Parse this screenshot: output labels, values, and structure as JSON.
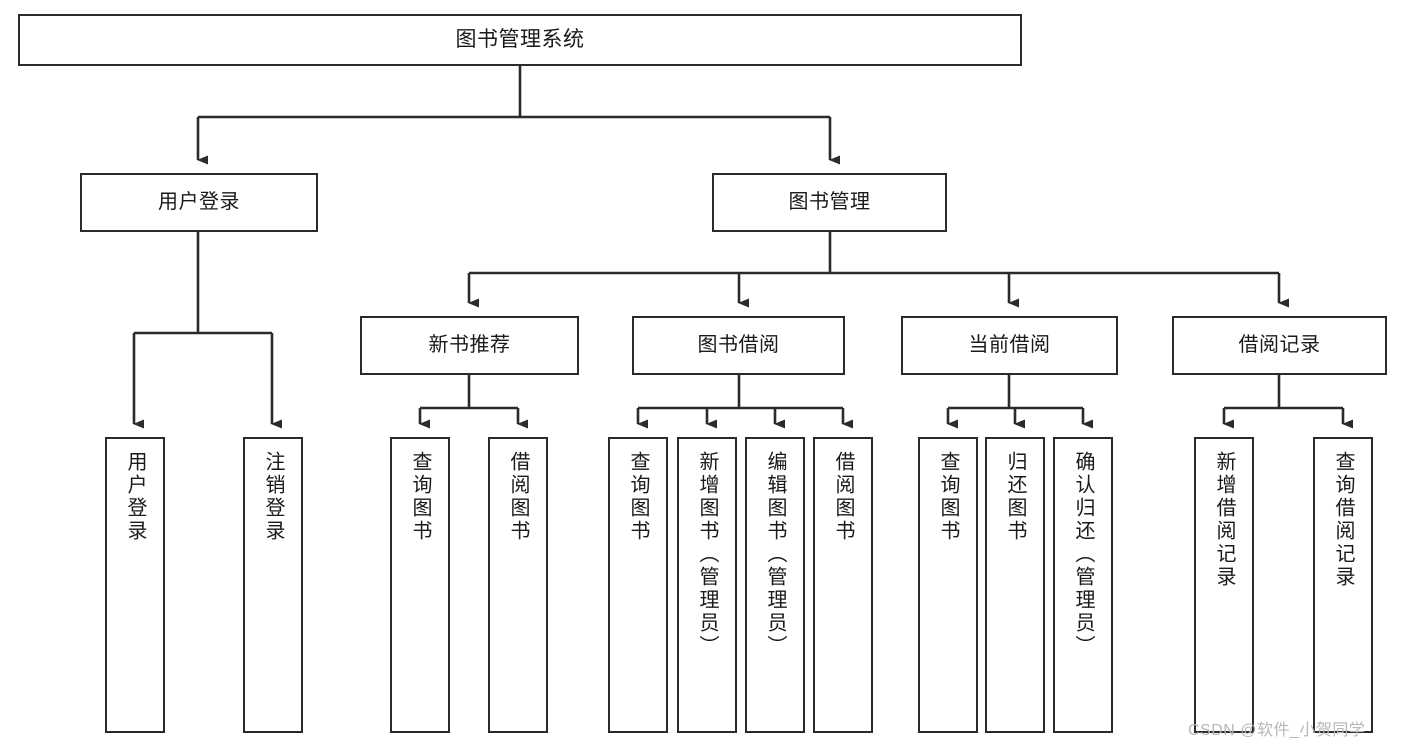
{
  "diagram": {
    "kind": "functional-structure-tree",
    "orientation": "top-down",
    "background_color": "#ffffff",
    "line_color": "#2b2b2b",
    "box_border_color": "#2b2b2b",
    "text_color": "#1a1a1a",
    "root": {
      "id": "root",
      "label": "图书管理系统"
    },
    "level2": [
      {
        "id": "user-login",
        "label": "用户登录"
      },
      {
        "id": "book-management",
        "label": "图书管理"
      }
    ],
    "level3": [
      {
        "id": "new-book-recommend",
        "label": "新书推荐",
        "parent": "book-management"
      },
      {
        "id": "book-borrow",
        "label": "图书借阅",
        "parent": "book-management"
      },
      {
        "id": "current-borrow",
        "label": "当前借阅",
        "parent": "book-management"
      },
      {
        "id": "borrow-record",
        "label": "借阅记录",
        "parent": "book-management"
      }
    ],
    "leaves": [
      {
        "id": "leaf-user-login",
        "label": "用户登录",
        "parent": "user-login"
      },
      {
        "id": "leaf-logout-login",
        "label": "注销登录",
        "parent": "user-login"
      },
      {
        "id": "leaf-query-book-1",
        "label": "查询图书",
        "parent": "new-book-recommend"
      },
      {
        "id": "leaf-borrow-book-1",
        "label": "借阅图书",
        "parent": "new-book-recommend"
      },
      {
        "id": "leaf-query-book-2",
        "label": "查询图书",
        "parent": "book-borrow"
      },
      {
        "id": "leaf-add-book",
        "label": "新增图书（管理员）",
        "parent": "book-borrow"
      },
      {
        "id": "leaf-edit-book",
        "label": "编辑图书（管理员）",
        "parent": "book-borrow"
      },
      {
        "id": "leaf-borrow-book-2",
        "label": "借阅图书",
        "parent": "book-borrow"
      },
      {
        "id": "leaf-query-book-3",
        "label": "查询图书",
        "parent": "current-borrow"
      },
      {
        "id": "leaf-return-book",
        "label": "归还图书",
        "parent": "current-borrow"
      },
      {
        "id": "leaf-confirm-return",
        "label": "确认归还（管理员）",
        "parent": "current-borrow"
      },
      {
        "id": "leaf-add-record",
        "label": "新增借阅记录",
        "parent": "borrow-record"
      },
      {
        "id": "leaf-query-record",
        "label": "查询借阅记录",
        "parent": "borrow-record"
      }
    ]
  },
  "watermark": {
    "text": "CSDN @软件_小贺同学",
    "color": "#b7b7b7"
  }
}
